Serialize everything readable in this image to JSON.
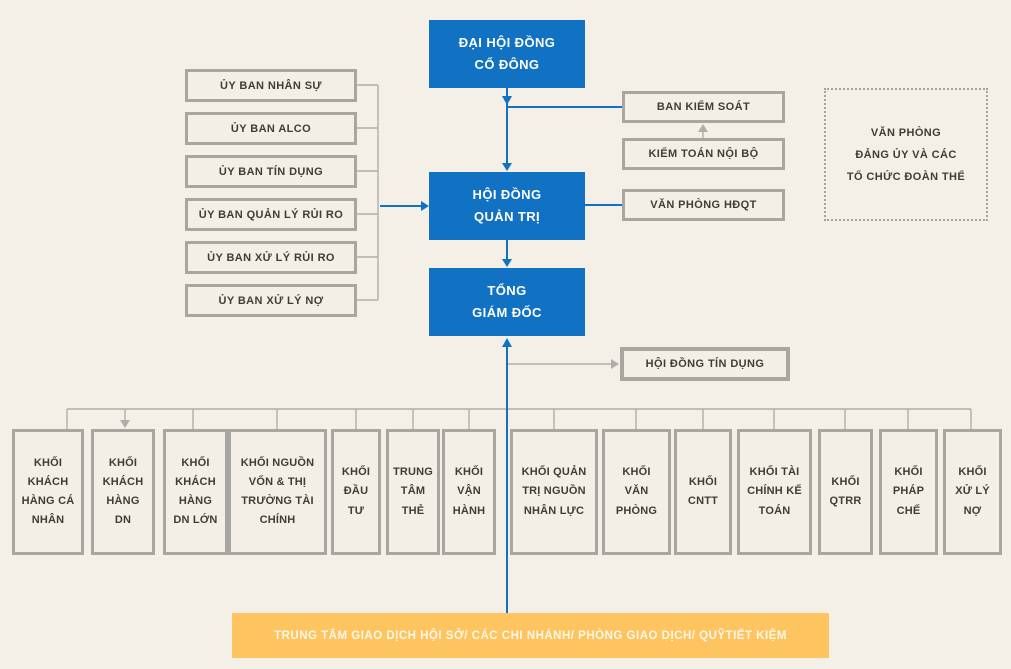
{
  "colors": {
    "primary_blue": "#1172c3",
    "accent_orange": "#fdc45f",
    "box_border_gray": "#a8a6a0",
    "connector_gray": "#b0aea8",
    "background": "#f4f0e8",
    "box_fill": "#f3efe6",
    "text_dark": "#3f3d39",
    "footer_text": "#fdf7ea"
  },
  "nodes": {
    "shareholders": "ĐẠI HỘI ĐỒNG\nCỔ ĐÔNG",
    "board": "HỘI ĐỒNG\nQUẢN TRỊ",
    "ceo": "TỔNG\nGIÁM ĐỐC",
    "supervisory_board": "BAN KIỂM SOÁT",
    "internal_audit": "KIỂM TOÁN NỘI BỘ",
    "board_office": "VĂN PHÒNG HĐQT",
    "party_union_office": "VĂN PHÒNG\nĐẢNG ỦY VÀ CÁC\nTỔ CHỨC ĐOÀN THỂ",
    "credit_council": "HỘI ĐỒNG TÍN DỤNG"
  },
  "committees": [
    "ỦY BAN NHÂN SỰ",
    "ỦY BAN ALCO",
    "ỦY BAN TÍN DỤNG",
    "ỦY BAN QUẢN LÝ RỦI RO",
    "ỦY BAN XỬ LÝ RỦI RO",
    "ỦY BAN XỬ LÝ NỢ"
  ],
  "divisions": [
    "KHỐI KHÁCH HÀNG CÁ NHÂN",
    "KHỐI KHÁCH HÀNG DN",
    "KHỐI KHÁCH HÀNG DN LỚN",
    "KHỐI NGUỒN VỐN & THỊ TRƯỜNG TÀI CHÍNH",
    "KHỐI ĐẦU TƯ",
    "TRUNG TÂM THẺ",
    "KHỐI VẬN HÀNH",
    "KHỐI QUẢN TRỊ NGUỒN NHÂN LỰC",
    "KHỐI VĂN PHÒNG",
    "KHỐI CNTT",
    "KHỐI TÀI CHÍNH KẾ TOÁN",
    "KHỐI QTRR",
    "KHỐI PHÁP CHẾ",
    "KHỐI XỬ LÝ NỢ"
  ],
  "footer": "TRUNG TÂM GIAO DỊCH  HỘI SỞ/ CÁC CHI NHÁNH/ PHÒNG GIAO DỊCH/ QUỸTIẾT KIỆM"
}
